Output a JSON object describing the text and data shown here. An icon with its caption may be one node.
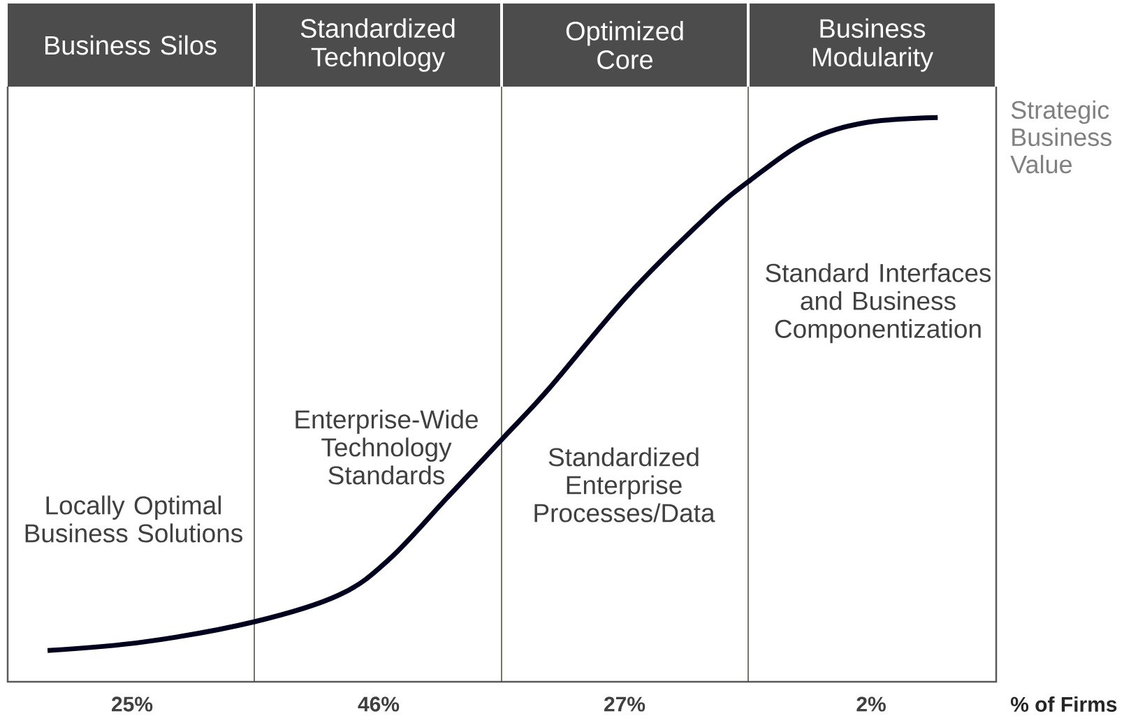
{
  "diagram": {
    "nodes": [
      {
        "text": [
          "Business Silos"
        ]
      },
      {
        "text": [
          "Standardized Technology"
        ]
      },
      {
        "text": [
          "Optimized Core"
        ]
      },
      {
        "text": [
          "Business Modularity"
        ]
      }
    ],
    "labels": [
      "Strategic Business Value",
      "Standard Interfaces and Business Componentization",
      "Enterprise-Wide Technology Standards",
      "Standardized Enterprise Processes/Data",
      "Locally Optimal Business Solutions",
      "25%",
      "46%",
      "27%",
      "2%",
      "% of Firms"
    ]
  }
}
